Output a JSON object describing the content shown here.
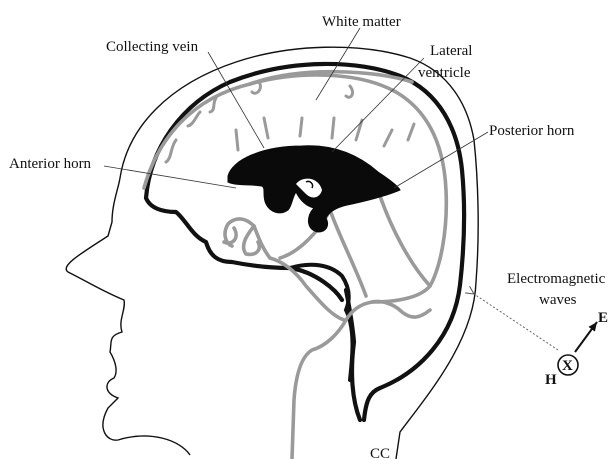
{
  "colors": {
    "outline": "#111111",
    "vein_gray": "#9a9a9a",
    "ventricle_fill": "#0a0a0a",
    "background": "#ffffff"
  },
  "labels": {
    "white_matter": "White matter",
    "collecting_vein": "Collecting vein",
    "lateral_ventricle_line1": "Lateral",
    "lateral_ventricle_line2": "ventricle",
    "posterior_horn": "Posterior horn",
    "anterior_horn": "Anterior horn",
    "em_waves_line1": "Electromagnetic",
    "em_waves_line2": "waves",
    "field_e": "E",
    "field_h": "H",
    "field_x": "X",
    "cc": "CC"
  }
}
